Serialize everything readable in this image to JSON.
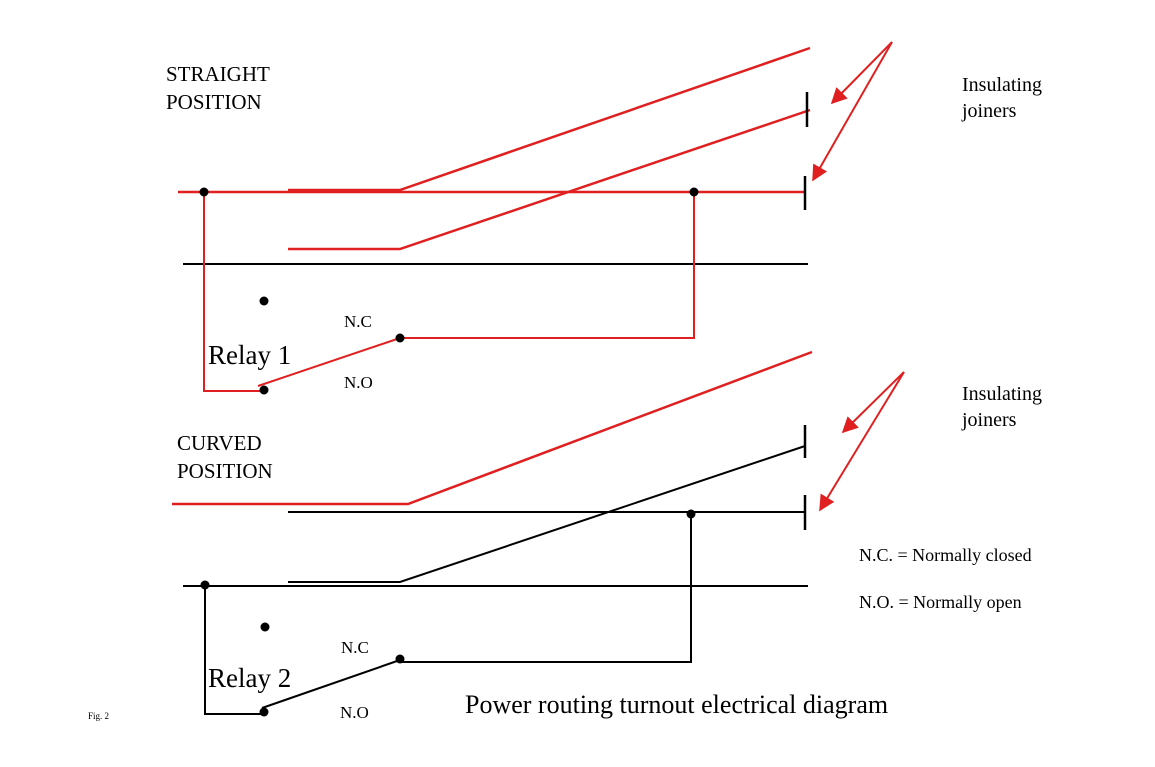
{
  "colors": {
    "live_wire": "#e02020",
    "dead_wire": "#000000",
    "background": "#ffffff"
  },
  "straight": {
    "title_line1": "STRAIGHT",
    "title_line2": "POSITION",
    "joiner_line1": "Insulating",
    "joiner_line2": "joiners",
    "nc_label": "N.C",
    "no_label": "N.O",
    "relay_label": "Relay 1"
  },
  "curved": {
    "title_line1": "CURVED",
    "title_line2": "POSITION",
    "joiner_line1": "Insulating",
    "joiner_line2": "joiners",
    "nc_label": "N.C",
    "no_label": "N.O",
    "relay_label": "Relay 2"
  },
  "legend": {
    "nc": "N.C. = Normally closed",
    "no": "N.O. = Normally open"
  },
  "caption": "Power routing turnout electrical diagram",
  "figure_label": "Fig. 2"
}
